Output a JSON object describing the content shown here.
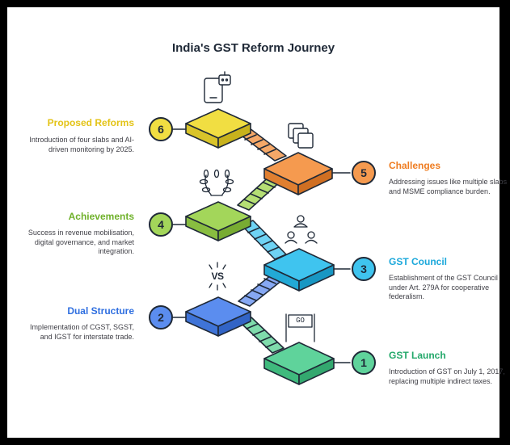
{
  "title": "India's GST Reform Journey",
  "stages": [
    {
      "num": "1",
      "title": "GST Launch",
      "desc": "Introduction of GST on July 1, 2017, replacing multiple indirect taxes.",
      "color": "#5fd39b",
      "title_color": "#23a86a",
      "icon": "go-flag-icon"
    },
    {
      "num": "2",
      "title": "Dual Structure",
      "desc": "Implementation of CGST, SGST, and IGST for interstate trade.",
      "color": "#5b8def",
      "title_color": "#2f6fe0",
      "icon": "versus-icon"
    },
    {
      "num": "3",
      "title": "GST Council",
      "desc": "Establishment of the GST Council under Art. 279A for cooperative federalism.",
      "color": "#3fc4ef",
      "title_color": "#1ba8db",
      "icon": "people-icon"
    },
    {
      "num": "4",
      "title": "Achievements",
      "desc": "Success in revenue mobilisation, digital governance, and market integration.",
      "color": "#a3d65a",
      "title_color": "#6fb12a",
      "icon": "laurel-icon"
    },
    {
      "num": "5",
      "title": "Challenges",
      "desc": "Addressing issues like multiple slabs and MSME compliance burden.",
      "color": "#f59a4f",
      "title_color": "#ef7d22",
      "icon": "layers-icon"
    },
    {
      "num": "6",
      "title": "Proposed Reforms",
      "desc": "Introduction of four slabs and AI-driven monitoring by 2025.",
      "color": "#f1de42",
      "title_color": "#e3c316",
      "icon": "robot-tablet-icon"
    }
  ],
  "icon_labels": {
    "go": "GO",
    "versus": "VS"
  }
}
